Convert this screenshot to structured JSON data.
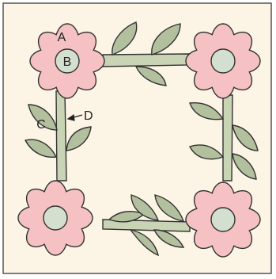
{
  "colors": {
    "background": "#fcf4e5",
    "border": "#555555",
    "flower_fill": "#f6c1c2",
    "center_fill": "#d3dfcf",
    "stem_fill": "#c9d4b5",
    "leaf_fill": "#b3c09e",
    "outline": "#333333"
  },
  "labels": {
    "a": "A",
    "b": "B",
    "c": "C",
    "d": "D"
  }
}
